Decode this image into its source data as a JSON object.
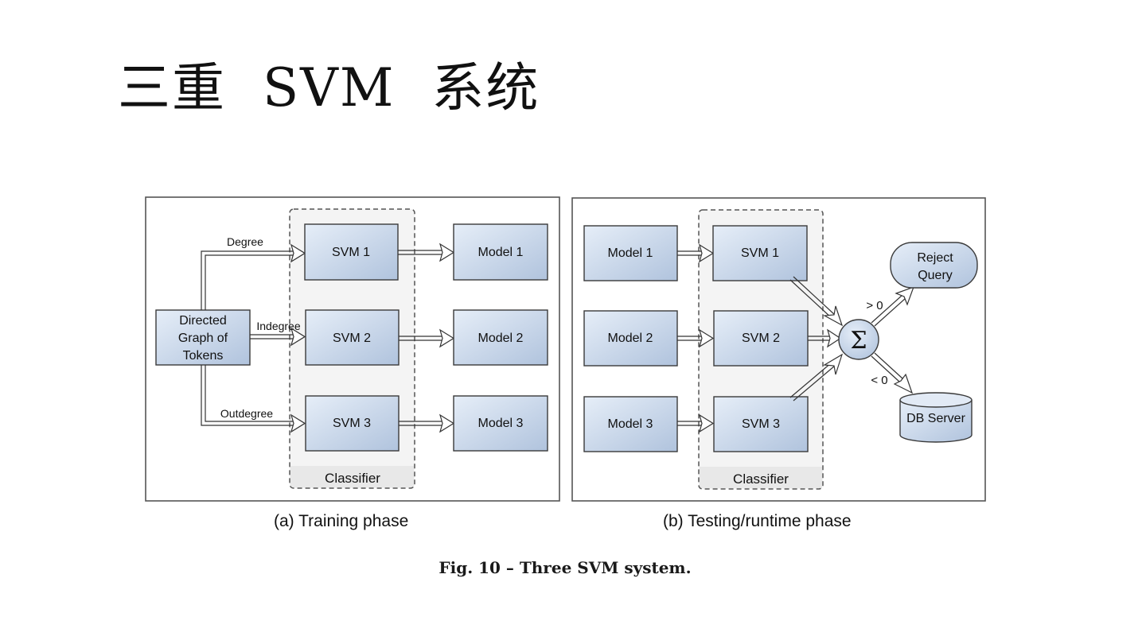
{
  "slide": {
    "title": "三重  SVM  系统"
  },
  "figure": {
    "caption": "Fig. 10 – Three SVM system.",
    "colors": {
      "box_fill_light": "#e4ecf7",
      "box_fill_dark": "#b3c5de",
      "box_stroke": "#3a3a3a",
      "classifier_bg": "#f4f4f4",
      "classifier_label_bg": "#e8e8e8",
      "panel_border": "#555555"
    },
    "training": {
      "caption": "(a) Training phase",
      "source": {
        "lines": [
          "Directed",
          "Graph of",
          "Tokens"
        ]
      },
      "edges": [
        "Degree",
        "Indegree",
        "Outdegree"
      ],
      "classifier_label": "Classifier",
      "svms": [
        "SVM 1",
        "SVM 2",
        "SVM 3"
      ],
      "models": [
        "Model 1",
        "Model 2",
        "Model 3"
      ]
    },
    "testing": {
      "caption": "(b) Testing/runtime phase",
      "models": [
        "Model 1",
        "Model 2",
        "Model 3"
      ],
      "classifier_label": "Classifier",
      "svms": [
        "SVM 1",
        "SVM 2",
        "SVM 3"
      ],
      "sum_symbol": "Σ",
      "positive_label": "> 0",
      "negative_label": "< 0",
      "reject": {
        "lines": [
          "Reject",
          "Query"
        ]
      },
      "db": {
        "label": "DB Server"
      }
    }
  }
}
